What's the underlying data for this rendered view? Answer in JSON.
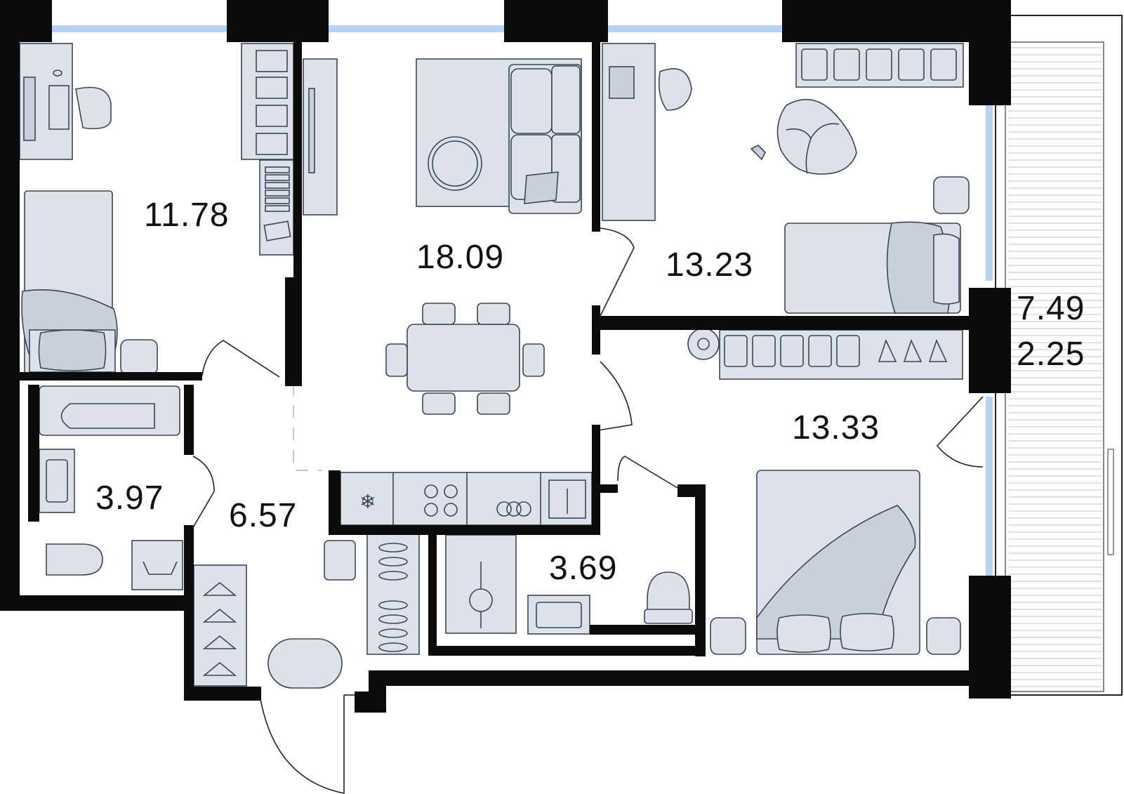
{
  "plan": {
    "rooms": [
      {
        "id": "bedroom-left",
        "area": "11.78"
      },
      {
        "id": "living-kitchen",
        "area": "18.09"
      },
      {
        "id": "bedroom-top-right",
        "area": "13.23"
      },
      {
        "id": "bedroom-bottom-right",
        "area": "13.33"
      },
      {
        "id": "bathroom",
        "area": "3.97"
      },
      {
        "id": "hallway",
        "area": "6.57"
      },
      {
        "id": "wc",
        "area": "3.69"
      },
      {
        "id": "balcony",
        "area": "7.49"
      },
      {
        "id": "balcony-reduced",
        "area": "2.25"
      }
    ],
    "colors": {
      "wall": "#0b0b0b",
      "window": "#b5d4f4",
      "furniture": "#dde2ea",
      "outline": "#3a4658"
    }
  }
}
